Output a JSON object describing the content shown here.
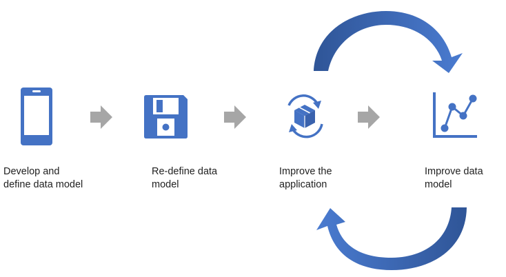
{
  "steps": [
    {
      "label": "Develop and\ndefine data model",
      "icon": "smartphone-icon"
    },
    {
      "label": "Re-define data\nmodel",
      "icon": "floppy-disk-icon"
    },
    {
      "label": "Improve the\napplication",
      "icon": "package-refresh-icon"
    },
    {
      "label": "Improve data\nmodel",
      "icon": "line-chart-icon"
    }
  ],
  "colors": {
    "icon_blue": "#4472c4",
    "loop_dark": "#2f5597",
    "loop_light": "#4a7bd0",
    "connector_gray": "#a6a6a6",
    "text": "#1f1f1f"
  }
}
